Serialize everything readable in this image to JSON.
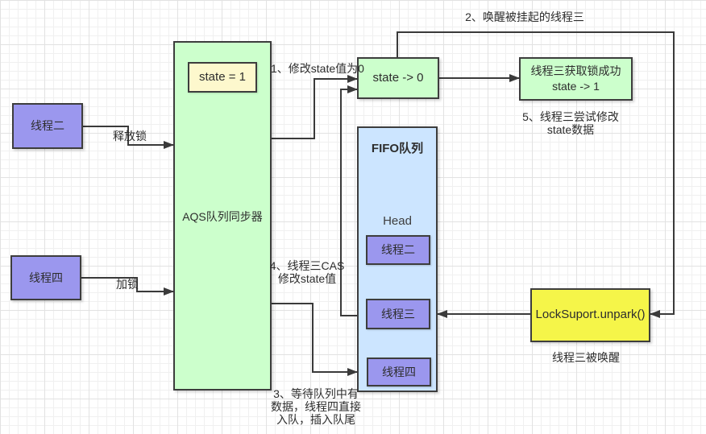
{
  "colors": {
    "purple": "#9b97ee",
    "green": "#ccffcc",
    "blue": "#cce5ff",
    "pale_yellow": "#fdf8cd",
    "yellow": "#f5f549",
    "line": "#3a3a3a",
    "border": "#3d3d3d",
    "text": "#2d2d2d"
  },
  "nodes": {
    "thread2": {
      "label": "线程二"
    },
    "thread4": {
      "label": "线程四"
    },
    "aqs": {
      "label": "AQS队列同步器",
      "state_box": "state = 1"
    },
    "state0": {
      "label": "state -> 0"
    },
    "acquire_success": {
      "label": "线程三获取锁成功\nstate -> 1"
    },
    "fifo": {
      "title": "FIFO队列",
      "head_label": "Head",
      "items": [
        {
          "label": "线程二"
        },
        {
          "label": "线程三"
        },
        {
          "label": "线程四"
        }
      ]
    },
    "unpark": {
      "label": "LockSuport.unpark()"
    }
  },
  "edge_labels": {
    "step1": "1、修改state值为0",
    "step2": "2、唤醒被挂起的线程三",
    "step3": "3、等待队列中有\n数据，线程四直接\n入队，插入队尾",
    "step4": "4、线程三CAS\n修改state值",
    "step5": "5、线程三尝试修改\nstate数据",
    "release_lock": "释放锁",
    "acquire_lock": "加锁",
    "woken": "线程三被唤醒"
  }
}
